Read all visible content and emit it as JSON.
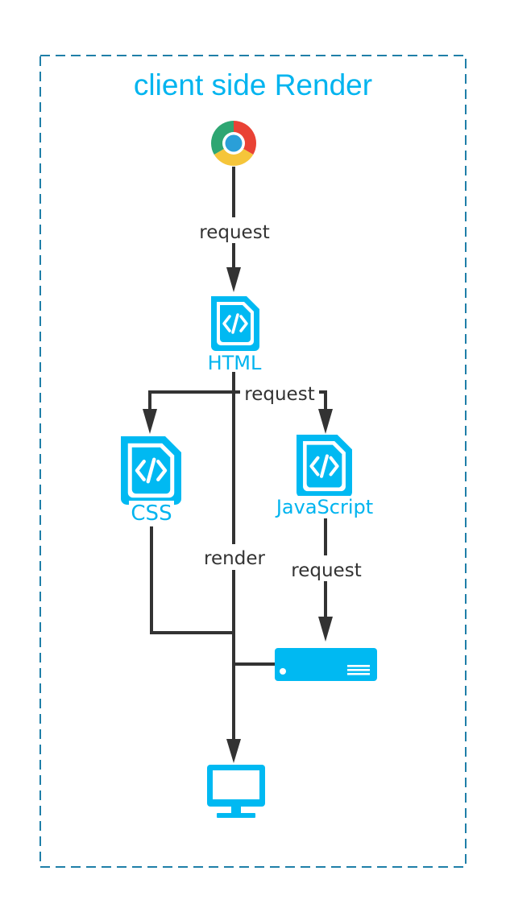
{
  "title": "client side Render",
  "nodes": {
    "browser": {
      "icon": "chrome-browser-icon"
    },
    "html": {
      "label": "HTML",
      "icon": "code-file-icon"
    },
    "css": {
      "label": "CSS",
      "icon": "code-file-icon"
    },
    "javascript": {
      "label": "JavaScript",
      "icon": "code-file-icon"
    },
    "server": {
      "icon": "server-icon"
    },
    "monitor": {
      "icon": "monitor-icon"
    }
  },
  "edges": {
    "browser_to_html": "request",
    "html_to_assets": "request",
    "html_render": "render",
    "js_to_server": "request"
  },
  "colors": {
    "accent": "#00b4ef",
    "line": "#333333",
    "border": "#1f7fa8"
  }
}
